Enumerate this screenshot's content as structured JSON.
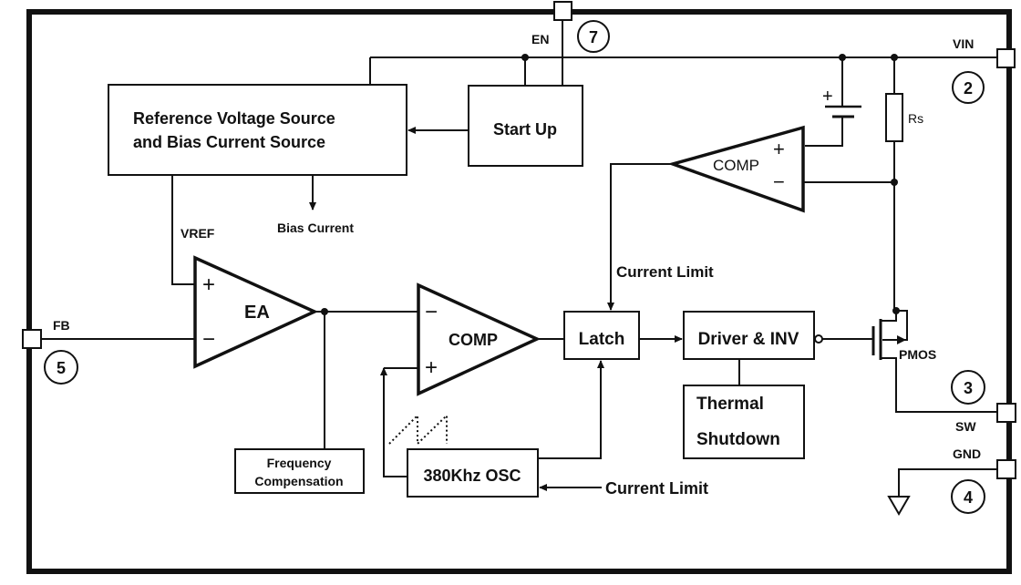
{
  "diagram": {
    "title": "Step-down converter functional block diagram",
    "blocks": {
      "reference": {
        "line1": "Reference Voltage Source",
        "line2": "and Bias Current Source"
      },
      "startup": "Start Up",
      "latch": "Latch",
      "driver": "Driver & INV",
      "thermal": {
        "line1": "Thermal",
        "line2": "Shutdown"
      },
      "osc": "380Khz OSC",
      "freqcomp": {
        "line1": "Frequency",
        "line2": "Compensation"
      }
    },
    "amplifiers": {
      "ea": {
        "label": "EA",
        "plus": "+",
        "minus": "−"
      },
      "pwm_comp": {
        "label": "COMP",
        "plus": "+",
        "minus": "−"
      },
      "cl_comp": {
        "label": "COMP",
        "plus": "+",
        "minus": "−"
      }
    },
    "signals": {
      "vref": "VREF",
      "bias_current": "Bias Current",
      "current_limit_top": "Current Limit",
      "current_limit_bottom": "Current Limit",
      "rs": "Rs",
      "pmos": "PMOS",
      "battery_plus": "+"
    },
    "pins": [
      {
        "name": "EN",
        "number": "7"
      },
      {
        "name": "VIN",
        "number": "2"
      },
      {
        "name": "FB",
        "number": "5"
      },
      {
        "name": "SW",
        "number": "3"
      },
      {
        "name": "GND",
        "number": "4"
      }
    ]
  }
}
